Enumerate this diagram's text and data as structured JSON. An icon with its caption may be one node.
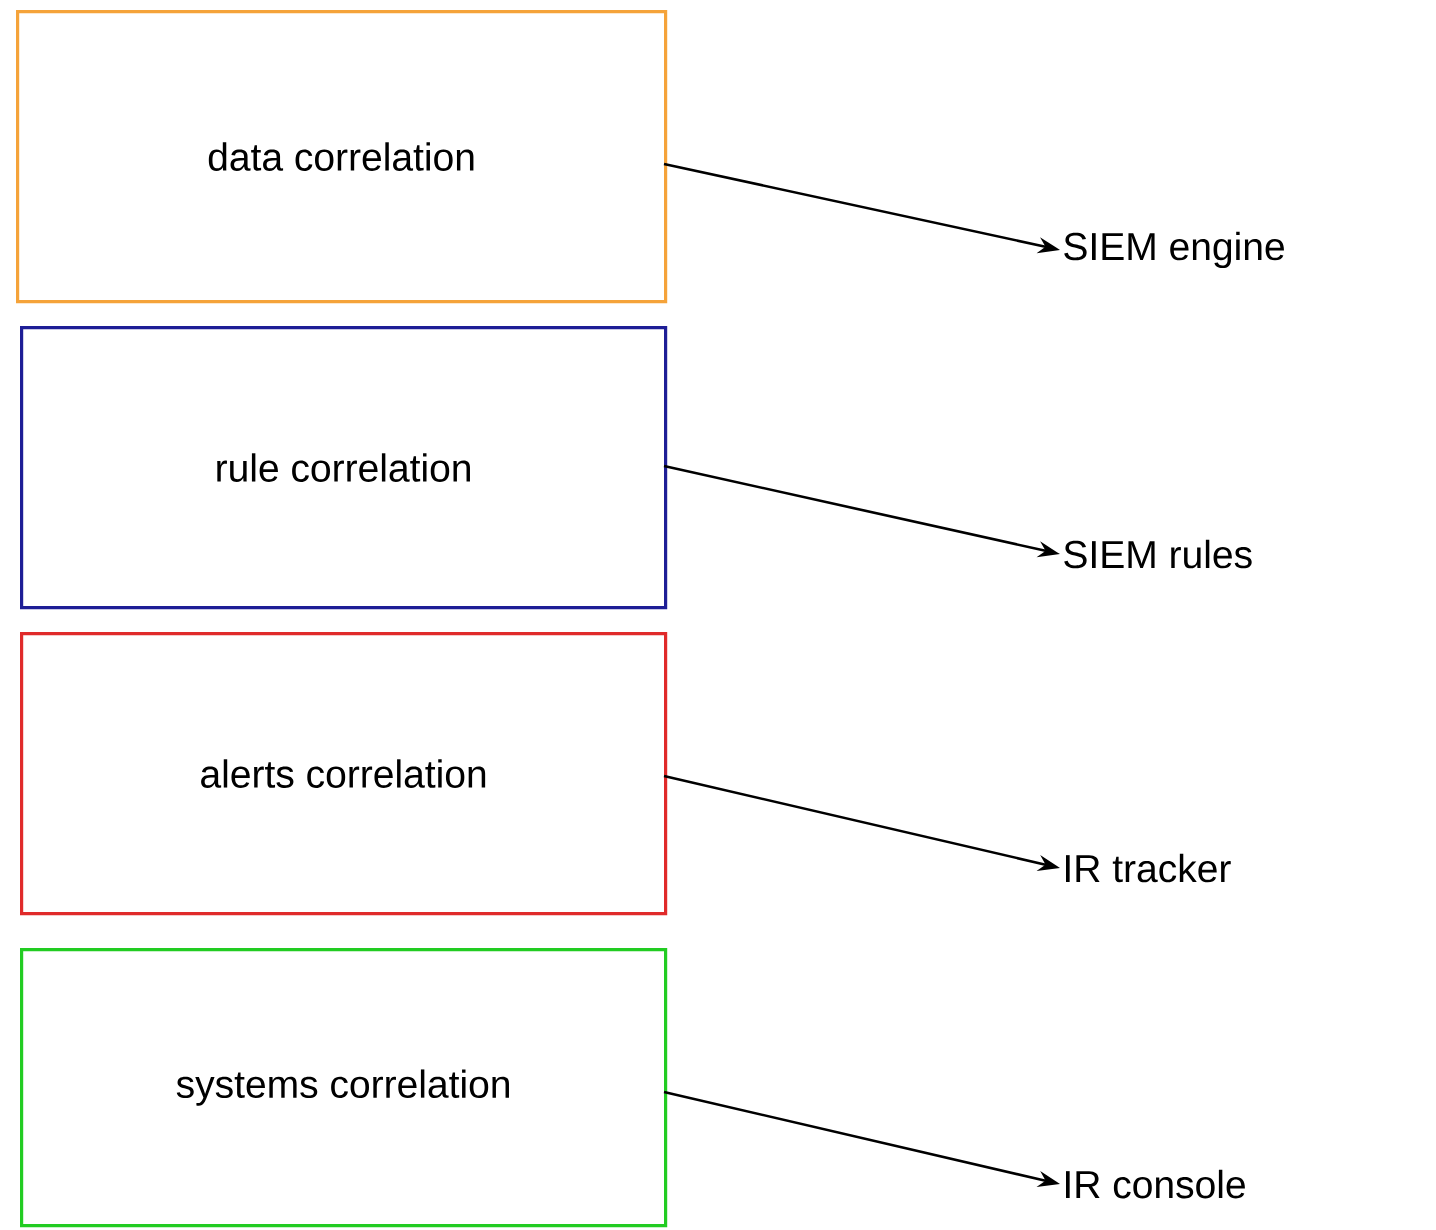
{
  "diagram": {
    "nodes": [
      {
        "text": [
          "data correlation"
        ]
      },
      {
        "text": [
          "rule correlation"
        ]
      },
      {
        "text": [
          "alerts correlation"
        ]
      },
      {
        "text": [
          "systems correlation"
        ]
      },
      {
        "text": [
          "SIEM engine"
        ]
      },
      {
        "text": [
          "SIEM rules"
        ]
      },
      {
        "text": [
          "IR tracker"
        ]
      },
      {
        "text": [
          "IR console"
        ]
      }
    ],
    "edges": [
      {
        "from": 0,
        "to": 4,
        "arrow": "to"
      },
      {
        "from": 1,
        "to": 5,
        "arrow": "to"
      },
      {
        "from": 2,
        "to": 6,
        "arrow": "to"
      },
      {
        "from": 3,
        "to": 7,
        "arrow": "to"
      }
    ]
  }
}
